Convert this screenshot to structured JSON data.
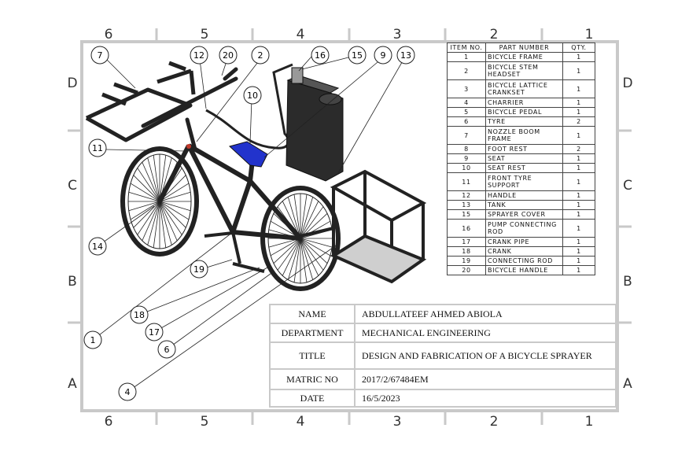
{
  "zones": {
    "columns": [
      "6",
      "5",
      "4",
      "3",
      "2",
      "1"
    ],
    "rows": [
      "D",
      "C",
      "B",
      "A"
    ]
  },
  "balloons": [
    "1",
    "2",
    "4",
    "6",
    "7",
    "9",
    "10",
    "11",
    "12",
    "13",
    "14",
    "15",
    "16",
    "17",
    "18",
    "19",
    "20"
  ],
  "bom": {
    "headers": [
      "ITEM NO.",
      "PART NUMBER",
      "QTY."
    ],
    "rows": [
      {
        "no": "1",
        "part": "BICYCLE FRAME",
        "qty": "1"
      },
      {
        "no": "2",
        "part": "BICYCLE STEM HEADSET",
        "qty": "1"
      },
      {
        "no": "3",
        "part": "BICYCLE LATTICE CRANKSET",
        "qty": "1"
      },
      {
        "no": "4",
        "part": "CHARRIER",
        "qty": "1"
      },
      {
        "no": "5",
        "part": "BICYCLE PEDAL",
        "qty": "1"
      },
      {
        "no": "6",
        "part": "TYRE",
        "qty": "2"
      },
      {
        "no": "7",
        "part": "NOZZLE BOOM FRAME",
        "qty": "1"
      },
      {
        "no": "8",
        "part": "FOOT REST",
        "qty": "2"
      },
      {
        "no": "9",
        "part": "SEAT",
        "qty": "1"
      },
      {
        "no": "10",
        "part": "SEAT REST",
        "qty": "1"
      },
      {
        "no": "11",
        "part": "FRONT TYRE SUPPORT",
        "qty": "1"
      },
      {
        "no": "12",
        "part": "HANDLE",
        "qty": "1"
      },
      {
        "no": "13",
        "part": "TANK",
        "qty": "1"
      },
      {
        "no": "15",
        "part": "SPRAYER COVER",
        "qty": "1"
      },
      {
        "no": "16",
        "part": "PUMP CONNECTING ROD",
        "qty": "1"
      },
      {
        "no": "17",
        "part": "CRANK PIPE",
        "qty": "1"
      },
      {
        "no": "18",
        "part": "CRANK",
        "qty": "1"
      },
      {
        "no": "19",
        "part": "CONNECTING ROD",
        "qty": "1"
      },
      {
        "no": "20",
        "part": "BICYCLE HANDLE",
        "qty": "1"
      }
    ]
  },
  "title_block": {
    "name_label": "NAME",
    "name": "ABDULLATEEF AHMED ABIOLA",
    "department_label": "DEPARTMENT",
    "department": "MECHANICAL ENGINEERING",
    "title_label": "TITLE",
    "title": "DESIGN AND FABRICATION OF A BICYCLE SPRAYER",
    "matric_label": "MATRIC NO",
    "matric": "2017/2/67484EM",
    "date_label": "DATE",
    "date": "16/5/2023"
  },
  "colors": {
    "border": "#c9c9c9",
    "seat": "#2233cc",
    "tank": "#2b2b2b",
    "cage_floor": "#cfcfcf"
  }
}
